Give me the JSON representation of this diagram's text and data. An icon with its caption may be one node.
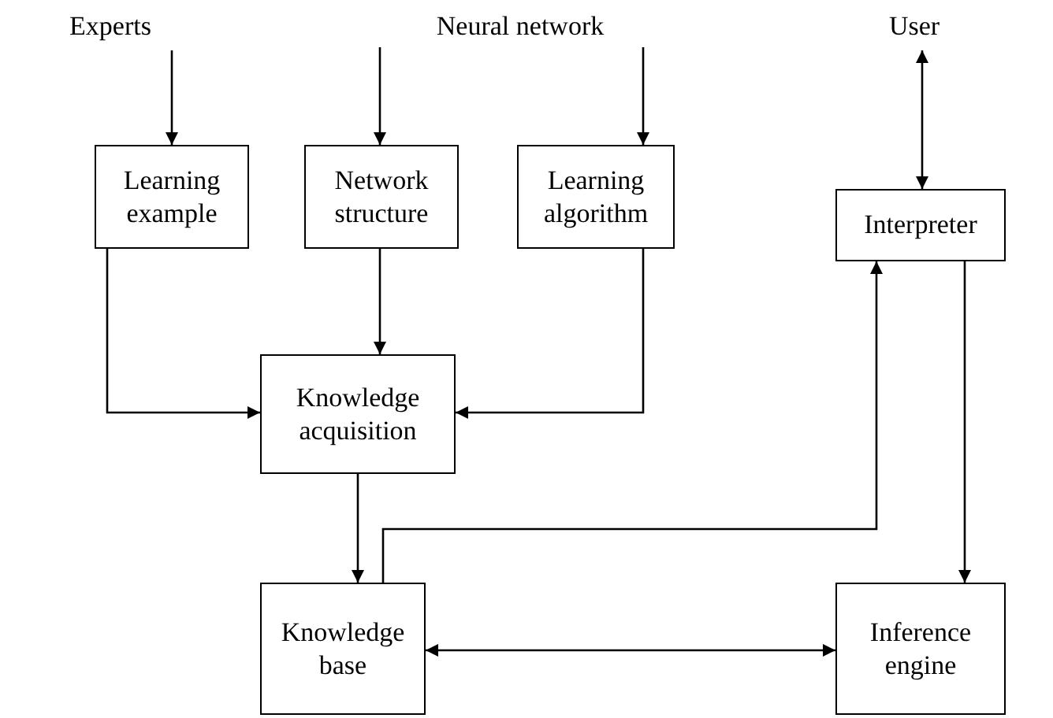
{
  "diagram": {
    "nodes": [
      {
        "text": [
          "Experts"
        ]
      },
      {
        "text": [
          "Neural network"
        ]
      },
      {
        "text": [
          "User"
        ]
      },
      {
        "text": [
          "Learning example"
        ]
      },
      {
        "text": [
          "Network structure"
        ]
      },
      {
        "text": [
          "Learning algorithm"
        ]
      },
      {
        "text": [
          "Interpreter"
        ]
      },
      {
        "text": [
          "Knowledge acquisition"
        ]
      },
      {
        "text": [
          "Knowledge base"
        ]
      },
      {
        "text": [
          "Inference engine"
        ]
      }
    ],
    "edges": [
      {
        "from": 0,
        "to": 3,
        "arrow": "to"
      },
      {
        "from": 1,
        "to": 4,
        "arrow": "to"
      },
      {
        "from": 1,
        "to": 5,
        "arrow": "to"
      },
      {
        "from": 2,
        "to": 6,
        "arrow": "both"
      },
      {
        "from": 3,
        "to": 7,
        "arrow": "to"
      },
      {
        "from": 4,
        "to": 7,
        "arrow": "to"
      },
      {
        "from": 5,
        "to": 7,
        "arrow": "to"
      },
      {
        "from": 7,
        "to": 8,
        "arrow": "to"
      },
      {
        "from": 8,
        "to": 6,
        "arrow": "to"
      },
      {
        "from": 6,
        "to": 9,
        "arrow": "to"
      },
      {
        "from": 8,
        "to": 9,
        "arrow": "both"
      }
    ]
  }
}
